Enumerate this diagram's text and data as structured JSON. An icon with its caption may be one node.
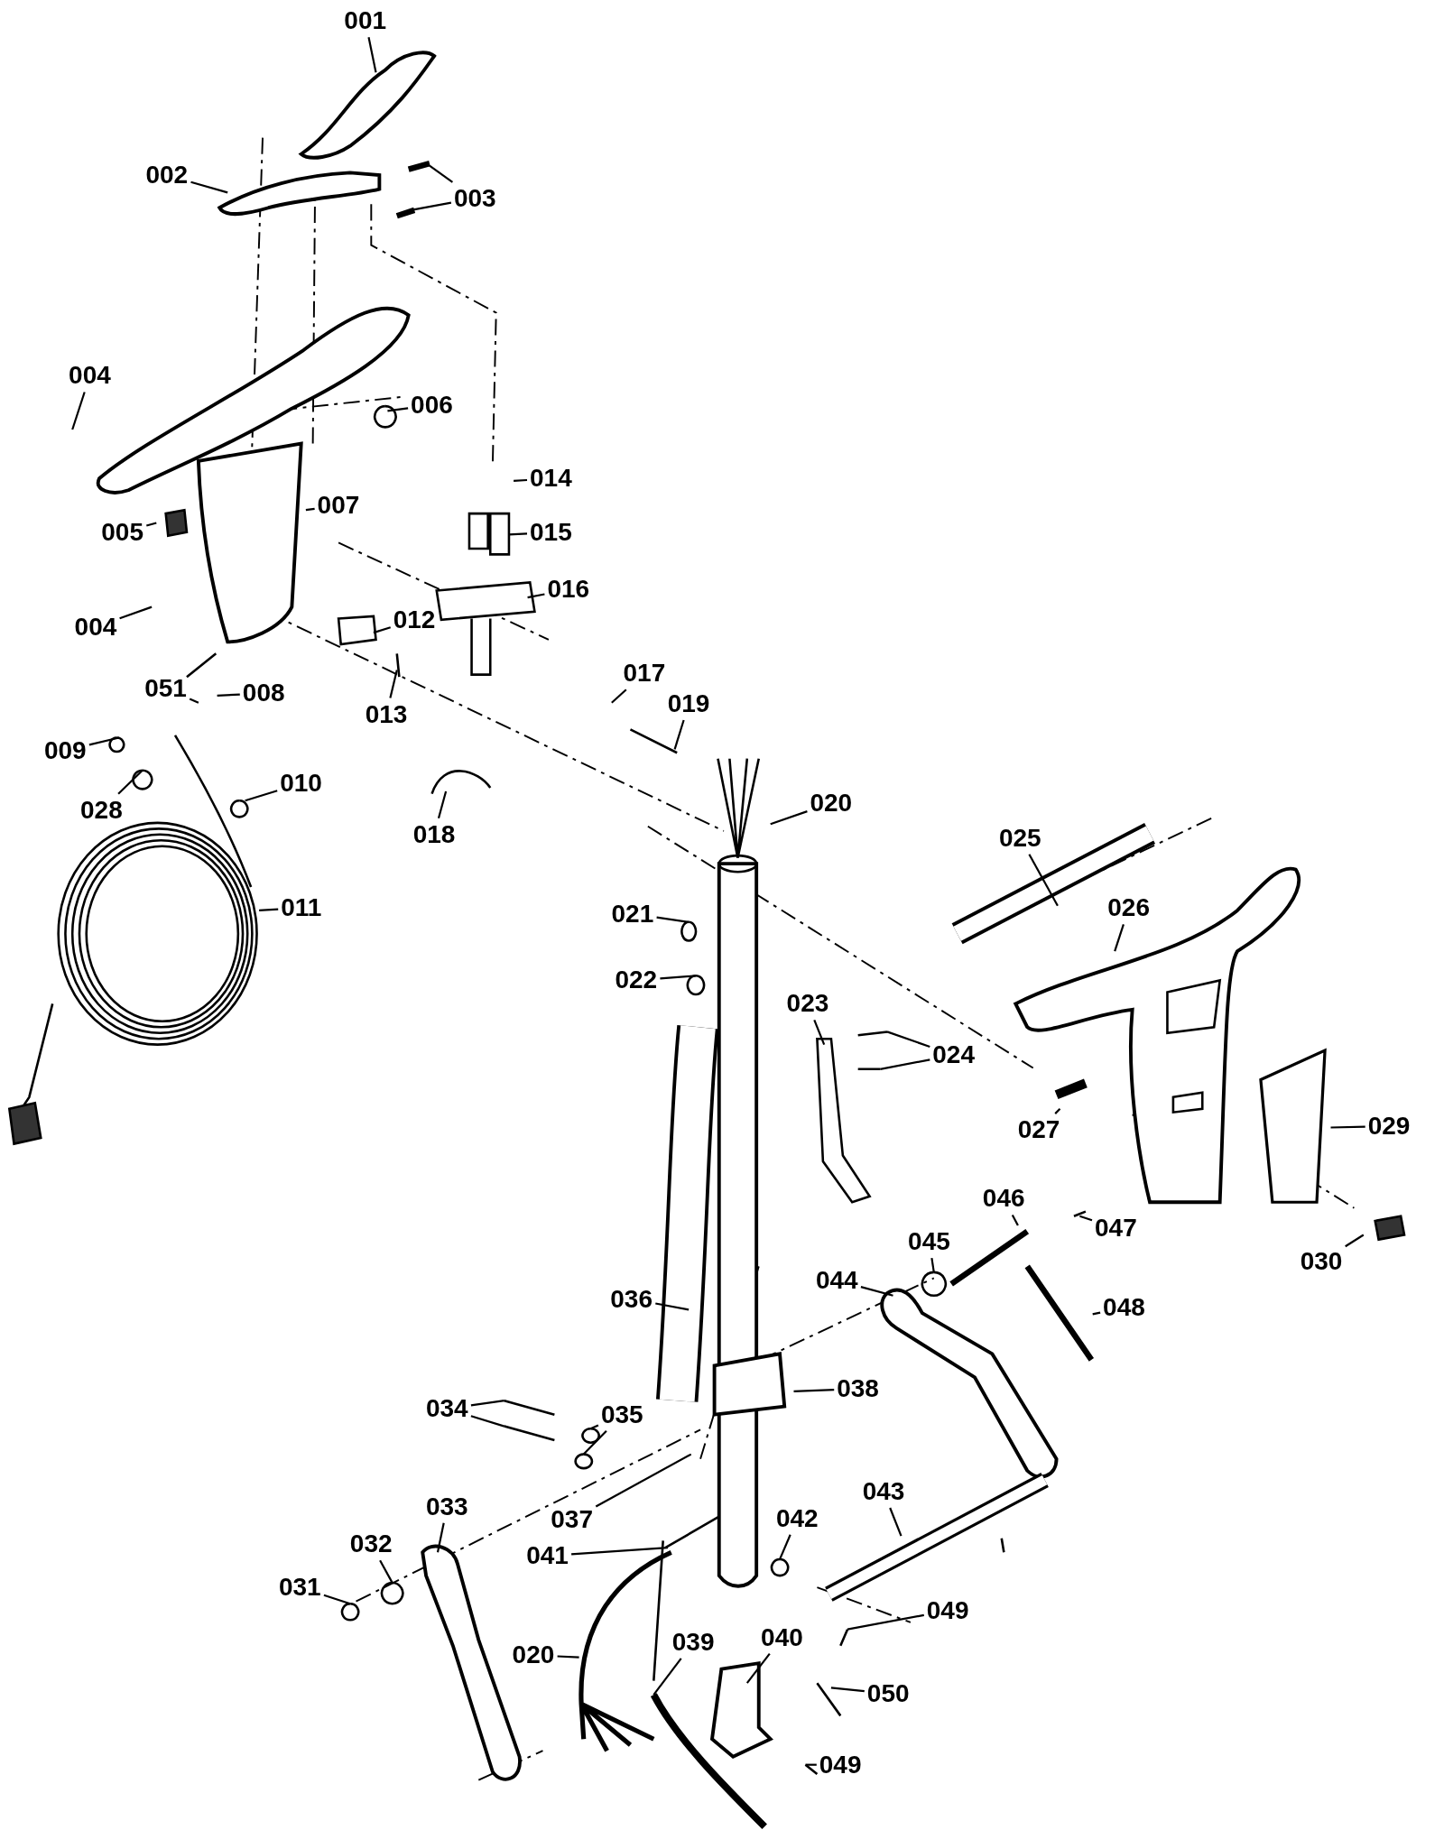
{
  "diagram": {
    "nodes": [
      {
        "text": [
          "001"
        ]
      },
      {
        "text": [
          "002"
        ]
      },
      {
        "text": [
          "003"
        ]
      },
      {
        "text": [
          "004"
        ]
      },
      {
        "text": [
          "006"
        ]
      },
      {
        "text": [
          "014"
        ]
      },
      {
        "text": [
          "007"
        ]
      },
      {
        "text": [
          "005"
        ]
      },
      {
        "text": [
          "015"
        ]
      },
      {
        "text": [
          "016"
        ]
      },
      {
        "text": [
          "012"
        ]
      },
      {
        "text": [
          "004"
        ]
      },
      {
        "text": [
          "017"
        ]
      },
      {
        "text": [
          "051"
        ]
      },
      {
        "text": [
          "008"
        ]
      },
      {
        "text": [
          "019"
        ]
      },
      {
        "text": [
          "013"
        ]
      },
      {
        "text": [
          "009"
        ]
      },
      {
        "text": [
          "010"
        ]
      },
      {
        "text": [
          "020"
        ]
      },
      {
        "text": [
          "028"
        ]
      },
      {
        "text": [
          "018"
        ]
      },
      {
        "text": [
          "025"
        ]
      },
      {
        "text": [
          "011"
        ]
      },
      {
        "text": [
          "026"
        ]
      },
      {
        "text": [
          "021"
        ]
      },
      {
        "text": [
          "022"
        ]
      },
      {
        "text": [
          "023"
        ]
      },
      {
        "text": [
          "024"
        ]
      },
      {
        "text": [
          "029"
        ]
      },
      {
        "text": [
          "027"
        ]
      },
      {
        "text": [
          "046"
        ]
      },
      {
        "text": [
          "047"
        ]
      },
      {
        "text": [
          "045"
        ]
      },
      {
        "text": [
          "030"
        ]
      },
      {
        "text": [
          "044"
        ]
      },
      {
        "text": [
          "036"
        ]
      },
      {
        "text": [
          "048"
        ]
      },
      {
        "text": [
          "038"
        ]
      },
      {
        "text": [
          "034"
        ]
      },
      {
        "text": [
          "035"
        ]
      },
      {
        "text": [
          "043"
        ]
      },
      {
        "text": [
          "033"
        ]
      },
      {
        "text": [
          "042"
        ]
      },
      {
        "text": [
          "037"
        ]
      },
      {
        "text": [
          "032"
        ]
      },
      {
        "text": [
          "041"
        ]
      },
      {
        "text": [
          "031"
        ]
      },
      {
        "text": [
          "049"
        ]
      },
      {
        "text": [
          "040"
        ]
      },
      {
        "text": [
          "039"
        ]
      },
      {
        "text": [
          "020"
        ]
      },
      {
        "text": [
          "050"
        ]
      },
      {
        "text": [
          "049"
        ]
      }
    ],
    "edges": [
      {
        "from": 0,
        "to": null,
        "arrow": "none"
      },
      {
        "from": 1,
        "to": null,
        "arrow": "none"
      },
      {
        "from": 2,
        "to": null,
        "arrow": "none"
      },
      {
        "from": 2,
        "to": null,
        "arrow": "none"
      },
      {
        "from": 3,
        "to": null,
        "arrow": "none"
      },
      {
        "from": 4,
        "to": null,
        "arrow": "none"
      },
      {
        "from": 5,
        "to": null,
        "arrow": "none"
      },
      {
        "from": 6,
        "to": null,
        "arrow": "none"
      },
      {
        "from": 7,
        "to": null,
        "arrow": "none"
      },
      {
        "from": 8,
        "to": null,
        "arrow": "none"
      },
      {
        "from": 9,
        "to": null,
        "arrow": "none"
      },
      {
        "from": 10,
        "to": null,
        "arrow": "none"
      },
      {
        "from": 11,
        "to": null,
        "arrow": "none"
      },
      {
        "from": 12,
        "to": null,
        "arrow": "none"
      },
      {
        "from": 13,
        "to": null,
        "arrow": "none"
      },
      {
        "from": 14,
        "to": null,
        "arrow": "none"
      },
      {
        "from": 15,
        "to": null,
        "arrow": "none"
      },
      {
        "from": 16,
        "to": null,
        "arrow": "none"
      },
      {
        "from": 17,
        "to": null,
        "arrow": "none"
      },
      {
        "from": 18,
        "to": null,
        "arrow": "none"
      },
      {
        "from": 19,
        "to": null,
        "arrow": "none"
      },
      {
        "from": 20,
        "to": null,
        "arrow": "none"
      },
      {
        "from": 21,
        "to": null,
        "arrow": "none"
      },
      {
        "from": 22,
        "to": null,
        "arrow": "none"
      },
      {
        "from": 23,
        "to": null,
        "arrow": "none"
      },
      {
        "from": 24,
        "to": null,
        "arrow": "none"
      },
      {
        "from": 25,
        "to": null,
        "arrow": "none"
      },
      {
        "from": 26,
        "to": null,
        "arrow": "none"
      },
      {
        "from": 27,
        "to": null,
        "arrow": "none"
      },
      {
        "from": 28,
        "to": null,
        "arrow": "none"
      },
      {
        "from": 28,
        "to": null,
        "arrow": "none"
      },
      {
        "from": 29,
        "to": null,
        "arrow": "none"
      },
      {
        "from": 30,
        "to": null,
        "arrow": "none"
      },
      {
        "from": 31,
        "to": null,
        "arrow": "none"
      },
      {
        "from": 32,
        "to": null,
        "arrow": "none"
      },
      {
        "from": 33,
        "to": null,
        "arrow": "none"
      },
      {
        "from": 34,
        "to": null,
        "arrow": "none"
      },
      {
        "from": 35,
        "to": null,
        "arrow": "none"
      },
      {
        "from": 36,
        "to": null,
        "arrow": "none"
      },
      {
        "from": 37,
        "to": null,
        "arrow": "none"
      },
      {
        "from": 38,
        "to": null,
        "arrow": "none"
      },
      {
        "from": 39,
        "to": null,
        "arrow": "none"
      },
      {
        "from": 39,
        "to": null,
        "arrow": "none"
      },
      {
        "from": 40,
        "to": null,
        "arrow": "none"
      },
      {
        "from": 40,
        "to": null,
        "arrow": "none"
      },
      {
        "from": 41,
        "to": null,
        "arrow": "none"
      },
      {
        "from": 42,
        "to": null,
        "arrow": "none"
      },
      {
        "from": 43,
        "to": null,
        "arrow": "none"
      },
      {
        "from": 44,
        "to": null,
        "arrow": "none"
      },
      {
        "from": 45,
        "to": null,
        "arrow": "none"
      },
      {
        "from": 46,
        "to": null,
        "arrow": "none"
      },
      {
        "from": 47,
        "to": null,
        "arrow": "none"
      },
      {
        "from": 48,
        "to": null,
        "arrow": "none"
      },
      {
        "from": 49,
        "to": null,
        "arrow": "none"
      },
      {
        "from": 50,
        "to": null,
        "arrow": "none"
      },
      {
        "from": 51,
        "to": null,
        "arrow": "none"
      },
      {
        "from": 52,
        "to": null,
        "arrow": "none"
      },
      {
        "from": 53,
        "to": null,
        "arrow": "none"
      }
    ]
  }
}
